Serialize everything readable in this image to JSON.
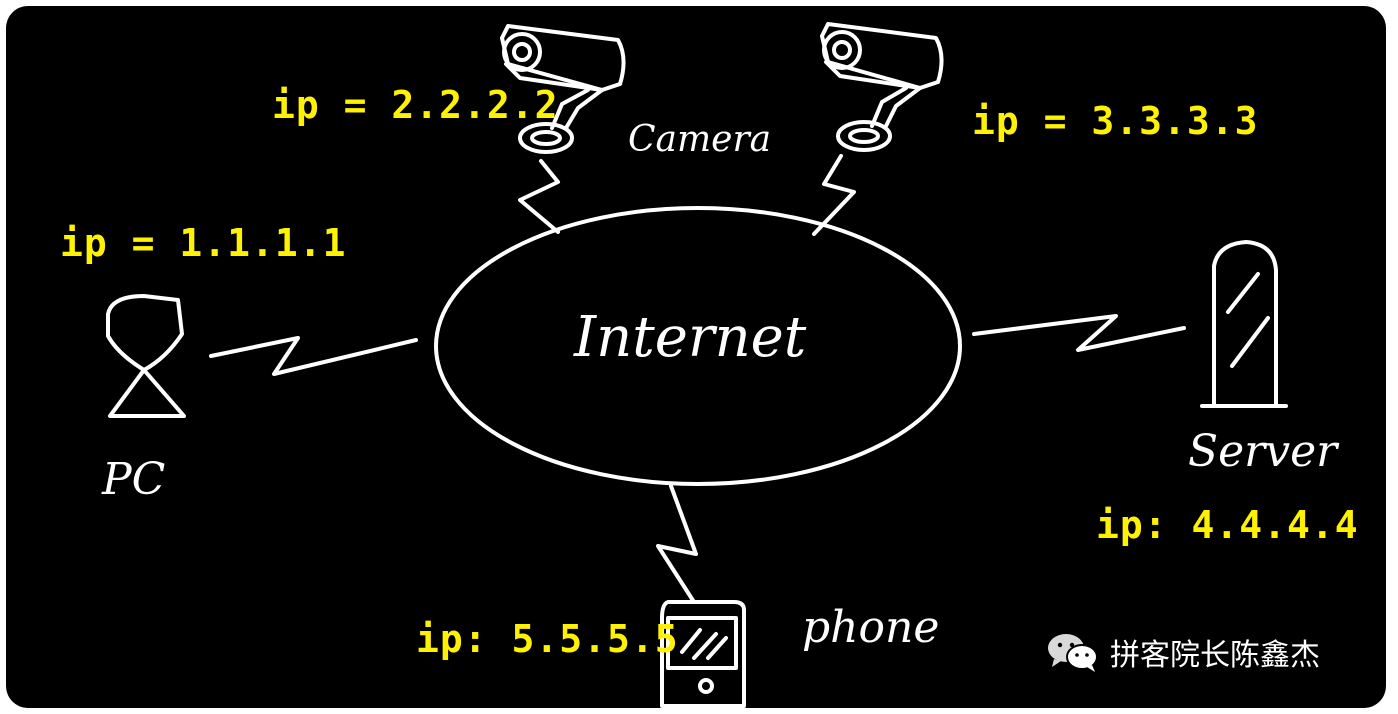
{
  "colors": {
    "background": "#000000",
    "stroke": "#ffffff",
    "ip_text": "#fff200"
  },
  "hub": {
    "label": "Internet"
  },
  "devices": {
    "pc": {
      "label": "PC",
      "ip": "ip = 1.1.1.1"
    },
    "camera_1": {
      "label": "Camera",
      "ip": "ip = 2.2.2.2"
    },
    "camera_2": {
      "ip": "ip = 3.3.3.3"
    },
    "server": {
      "label": "Server",
      "ip": "ip: 4.4.4.4"
    },
    "phone": {
      "label": "phone",
      "ip": "ip: 5.5.5.5"
    }
  },
  "watermark": {
    "icon": "wechat-icon",
    "text": "拼客院长陈鑫杰"
  }
}
